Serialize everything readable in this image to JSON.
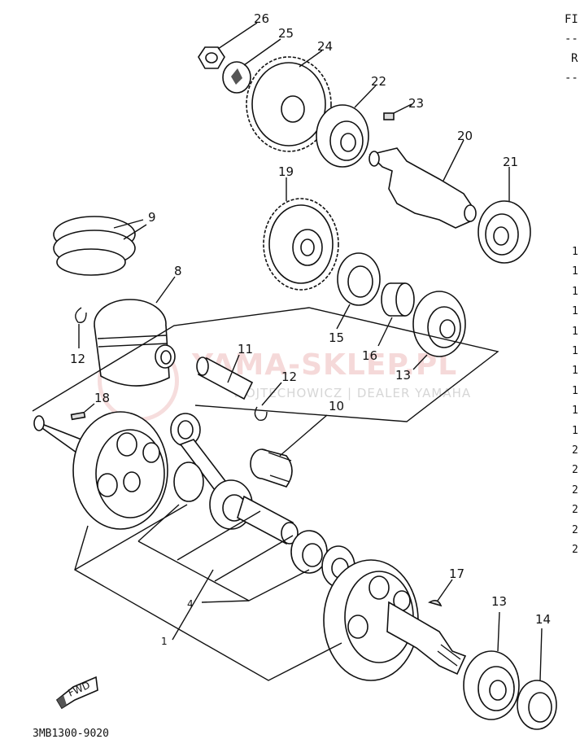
{
  "watermark": {
    "brand": "YAMA-SKLEP.PL",
    "sub": "WOJTECHOWICZ | DEALER YAMAHA"
  },
  "drawing_code": "3MB1300-9020",
  "fwd_label": "FWD",
  "edge_text": [
    "FI",
    "--",
    "R",
    "--"
  ],
  "right_column_digits": [
    "1",
    "1",
    "1",
    "1",
    "1",
    "1",
    "1",
    "1",
    "1",
    "1",
    "2",
    "2",
    "2",
    "2",
    "2",
    "2"
  ],
  "callouts": {
    "c1": "1",
    "c4": "4",
    "c8": "8",
    "c9": "9",
    "c10": "10",
    "c11": "11",
    "c12a": "12",
    "c12b": "12",
    "c13a": "13",
    "c13b": "13",
    "c14": "14",
    "c15": "15",
    "c16": "16",
    "c17": "17",
    "c18": "18",
    "c19": "19",
    "c20": "20",
    "c21": "21",
    "c22": "22",
    "c23": "23",
    "c24": "24",
    "c25": "25",
    "c26": "26"
  }
}
